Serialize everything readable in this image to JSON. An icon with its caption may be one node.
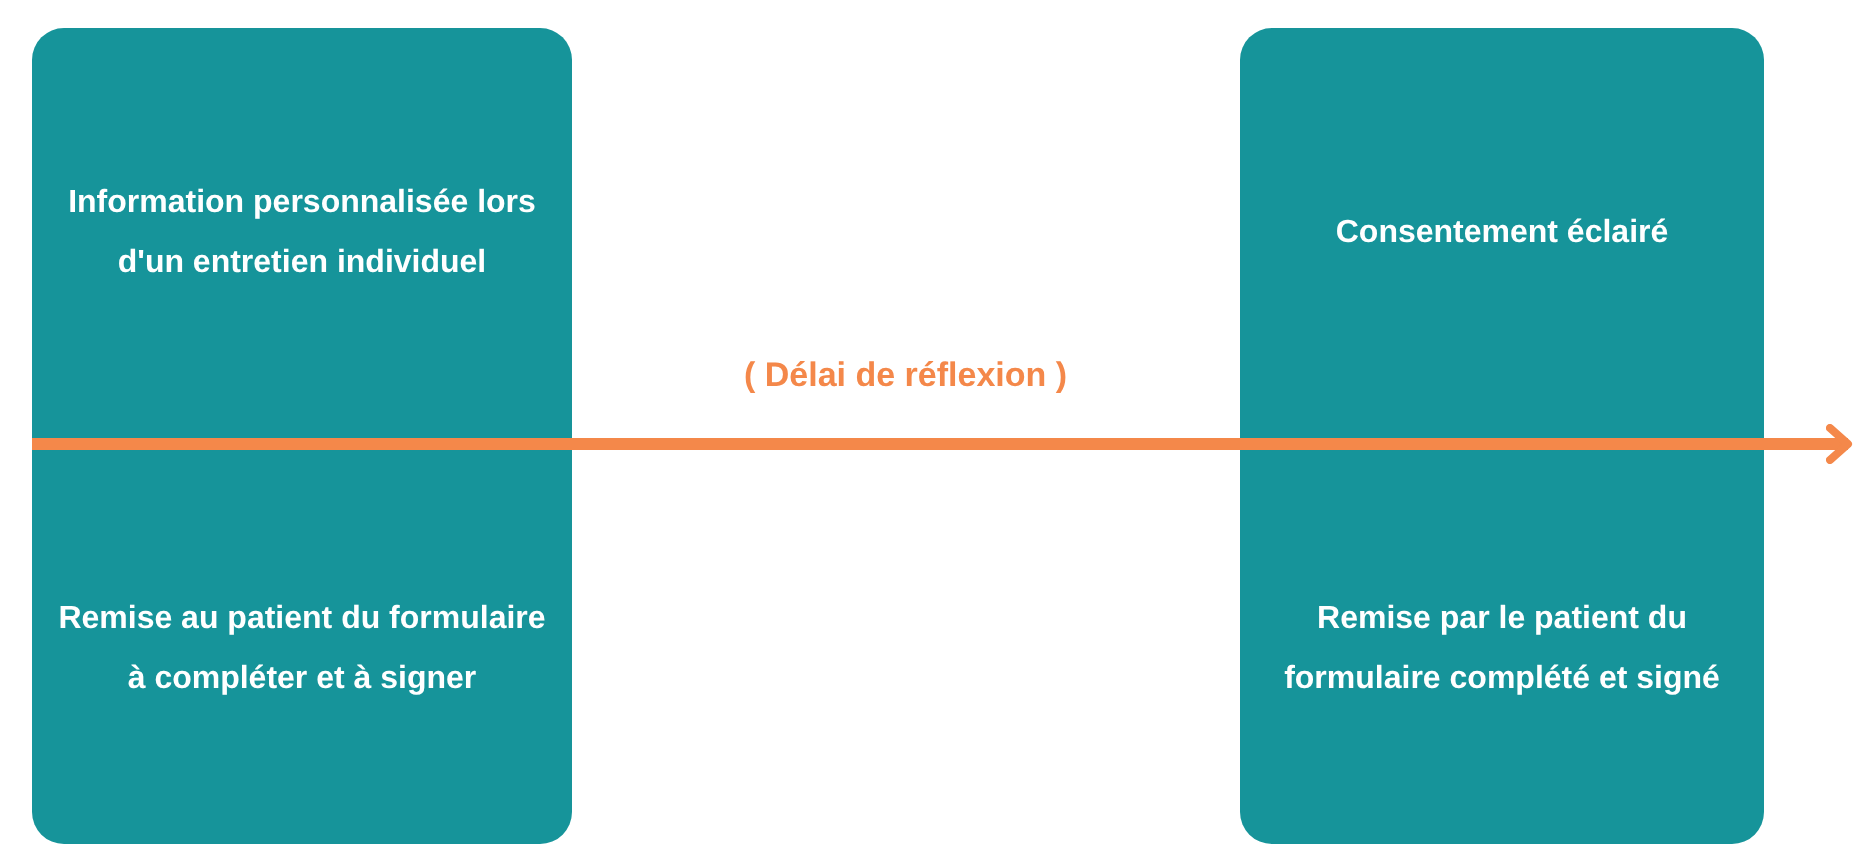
{
  "diagram": {
    "nodes": [
      {
        "text": [
          "Information personnalisée lors d'un entretien individuel",
          "Remise au patient du formulaire à compléter et à signer"
        ]
      },
      {
        "text": [
          "Consentement éclairé",
          "Remise par le patient du formulaire complété et signé"
        ]
      }
    ],
    "edges": [
      {
        "from": 0,
        "to": 1,
        "arrow": "none",
        "label": "( Délai de réflexion )"
      },
      {
        "from": 1,
        "to": null,
        "arrow": "to"
      }
    ]
  }
}
